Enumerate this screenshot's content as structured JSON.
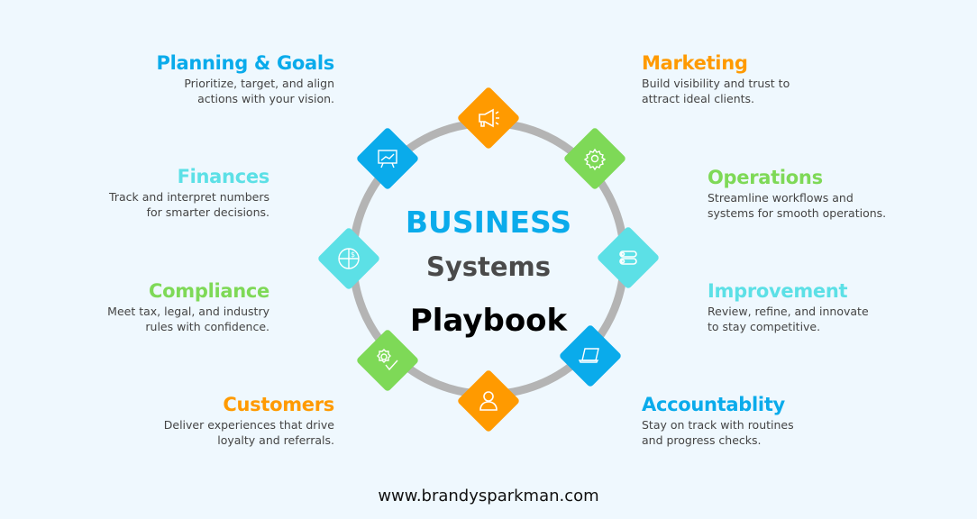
{
  "center": {
    "line1": "BUSINESS",
    "line2": "Systems",
    "line3": "Playbook"
  },
  "colors": {
    "blue": "#0aabeb",
    "orange": "#ff9a00",
    "green": "#7ed957",
    "cyan": "#5ce0e6",
    "ring": "#b4b4b4"
  },
  "items": [
    {
      "title": "Planning & Goals",
      "desc1": "Prioritize, target, and align",
      "desc2": "actions with your vision.",
      "icon": "presentation-board-icon"
    },
    {
      "title": "Finances",
      "desc1": "Track and interpret numbers",
      "desc2": "for smarter decisions.",
      "icon": "pie-chart-icon"
    },
    {
      "title": "Compliance",
      "desc1": "Meet tax, legal, and industry",
      "desc2": "rules with confidence.",
      "icon": "gear-check-icon"
    },
    {
      "title": "Customers",
      "desc1": "Deliver experiences that drive",
      "desc2": "loyalty and referrals.",
      "icon": "user-icon"
    },
    {
      "title": "Marketing",
      "desc1": "Build visibility and trust to",
      "desc2": "attract ideal clients.",
      "icon": "megaphone-icon"
    },
    {
      "title": "Operations",
      "desc1": "Streamline workflows and",
      "desc2": "systems for smooth operations.",
      "icon": "gear-icon"
    },
    {
      "title": "Improvement",
      "desc1": "Review, refine, and innovate",
      "desc2": "to stay competitive.",
      "icon": "toggle-icon"
    },
    {
      "title": "Accountablity",
      "desc1": "Stay on track with routines",
      "desc2": "and progress checks.",
      "icon": "laptop-icon"
    }
  ],
  "footer": "www.brandysparkman.com"
}
